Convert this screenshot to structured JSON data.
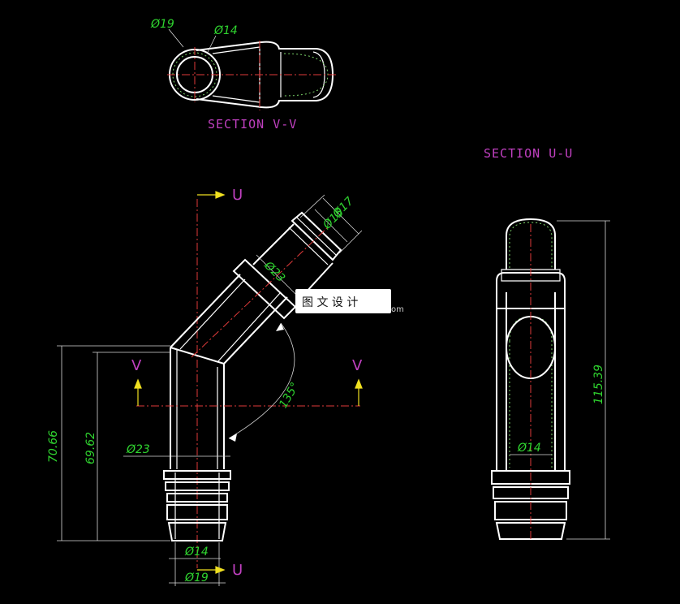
{
  "sections": {
    "v_label": "SECTION V-V",
    "u_label": "SECTION U-U"
  },
  "cut_letters": {
    "u_top": "U",
    "u_bottom": "U",
    "v_left": "V",
    "v_right": "V"
  },
  "dimensions": {
    "top_d19": "Ø19",
    "top_d14": "Ø14",
    "d17": "Ø17",
    "d15": "Ø15",
    "d23_upper": "Ø23",
    "angle": "135°",
    "d23_left": "Ø23",
    "h_7066": "70.66",
    "h_6962": "69.62",
    "bot_d14": "Ø14",
    "bot_d19": "Ø19",
    "right_d14": "Ø14",
    "right_h": "115.39"
  },
  "watermark": {
    "text": "图 文 设 计",
    "suffix": "om"
  },
  "colors": {
    "background": "#000000",
    "outline": "#ffffff",
    "hatch": "#7cd46a",
    "centerline": "#e03a3a",
    "dimension_text": "#2fd42f",
    "section_text": "#c040c0",
    "arrow": "#f0e020"
  }
}
